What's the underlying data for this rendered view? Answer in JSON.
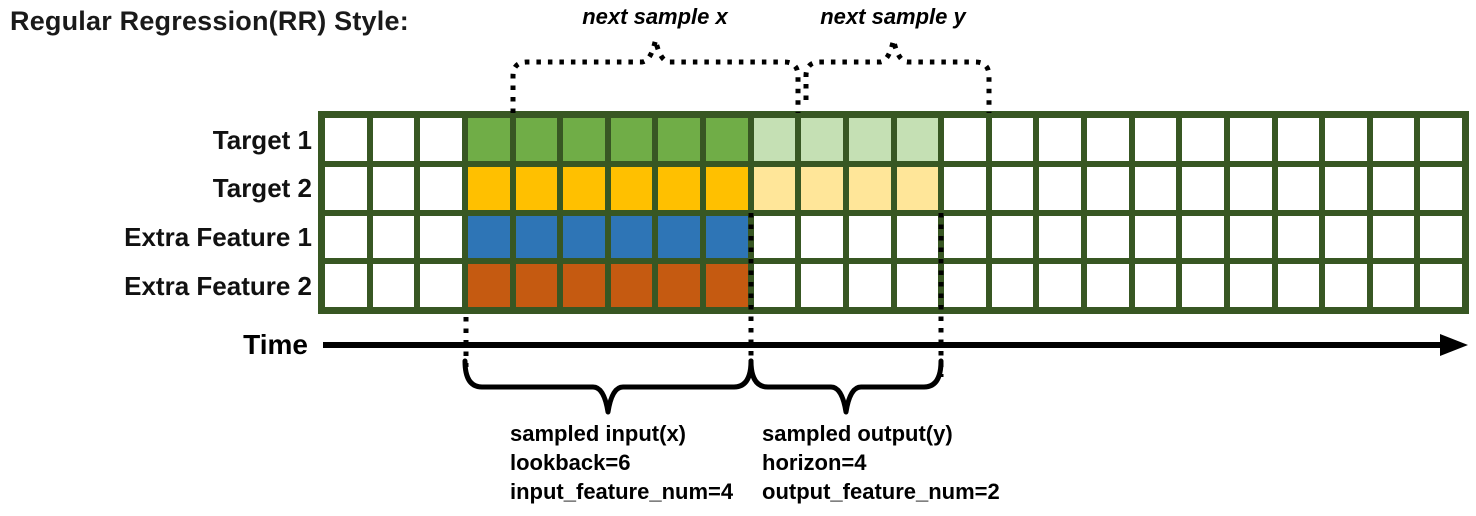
{
  "title": "Regular Regression(RR) Style:",
  "annotations": {
    "next_sample_x": "next sample x",
    "next_sample_y": "next sample y"
  },
  "time_axis": {
    "label": "Time"
  },
  "grid": {
    "columns": 24,
    "border_color": "#385723",
    "empty_color": "#ffffff",
    "input_start_col": 3,
    "lookback": 6,
    "horizon": 4,
    "rows": [
      {
        "label": "Target 1",
        "input_color": "#70AD47",
        "output_color": "#C5E0B4",
        "has_output": true
      },
      {
        "label": "Target 2",
        "input_color": "#FFC000",
        "output_color": "#FFE699",
        "has_output": true
      },
      {
        "label": "Extra Feature 1",
        "input_color": "#2E75B6",
        "output_color": null,
        "has_output": false
      },
      {
        "label": "Extra Feature 2",
        "input_color": "#C55A11",
        "output_color": null,
        "has_output": false
      }
    ]
  },
  "captions": {
    "input": [
      "sampled input(x)",
      "lookback=6",
      "input_feature_num=4"
    ],
    "output": [
      "sampled output(y)",
      "horizon=4",
      "output_feature_num=2"
    ]
  }
}
